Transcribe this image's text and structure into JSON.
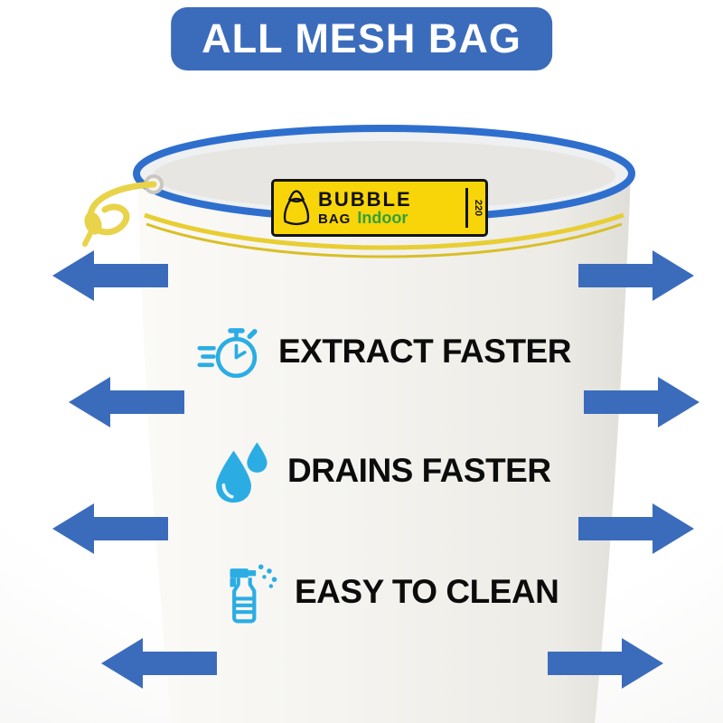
{
  "banner": {
    "label": "ALL MESH BAG"
  },
  "badge": {
    "brand_top": "BUBBLE",
    "brand_bottom": "BAG",
    "brand_sub": "Indoor",
    "tab": "220"
  },
  "features": [
    {
      "icon": "stopwatch-icon",
      "label": "EXTRACT FASTER"
    },
    {
      "icon": "water-drops-icon",
      "label": "DRAINS FASTER"
    },
    {
      "icon": "spray-bottle-icon",
      "label": "EASY TO CLEAN"
    }
  ],
  "arrows": {
    "count_left": 4,
    "count_right": 4,
    "direction": "outward"
  },
  "colors": {
    "banner_blue": "#3b6cbc",
    "arrow_blue": "#3b6cbc",
    "icon_cyan": "#2bade4",
    "badge_yellow": "#f8d508",
    "badge_green": "#33a03c",
    "rim_blue": "#2e6fce",
    "cord_yellow": "#e9d34b",
    "text_black": "#0c0c0c"
  }
}
